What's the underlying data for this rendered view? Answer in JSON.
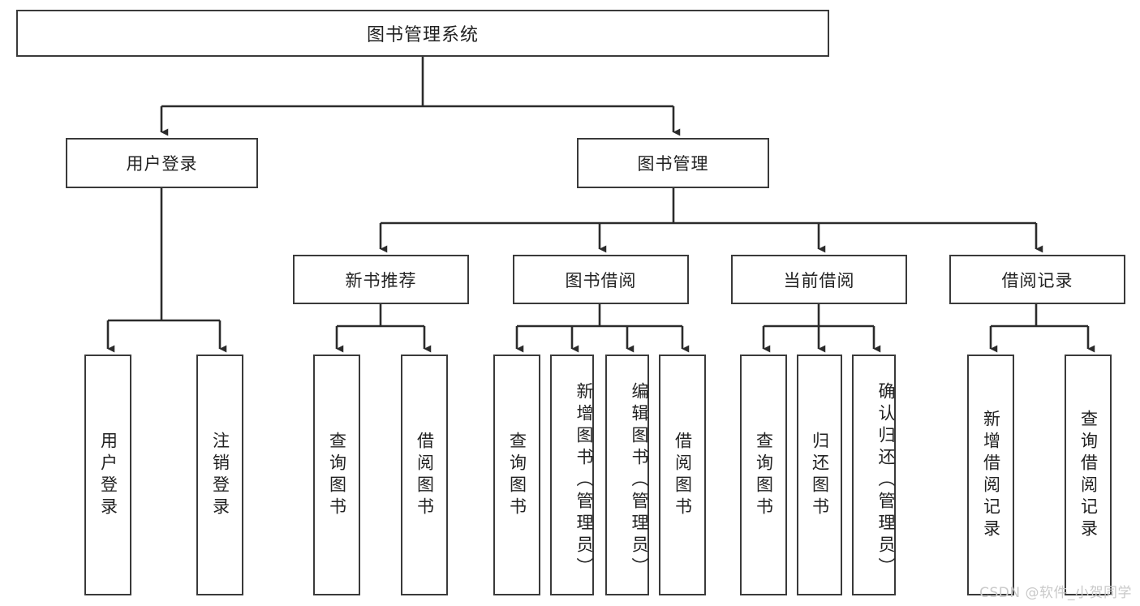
{
  "diagram": {
    "title": "图书管理系统",
    "type": "tree-hierarchy-diagram",
    "root": {
      "label": "图书管理系统"
    },
    "level2": [
      {
        "label": "用户登录"
      },
      {
        "label": "图书管理"
      }
    ],
    "level3": [
      {
        "label": "新书推荐"
      },
      {
        "label": "图书借阅"
      },
      {
        "label": "当前借阅"
      },
      {
        "label": "借阅记录"
      }
    ],
    "leaves": {
      "user_login": [
        {
          "label": "用户登录"
        },
        {
          "label": "注销登录"
        }
      ],
      "new_book_recommend": [
        {
          "label": "查询图书"
        },
        {
          "label": "借阅图书"
        }
      ],
      "book_borrow": [
        {
          "label": "查询图书"
        },
        {
          "label": "新增图书（管理员）"
        },
        {
          "label": "编辑图书（管理员）"
        },
        {
          "label": "借阅图书"
        }
      ],
      "current_borrow": [
        {
          "label": "查询图书"
        },
        {
          "label": "归还图书"
        },
        {
          "label": "确认归还（管理员）"
        }
      ],
      "borrow_records": [
        {
          "label": "新增借阅记录"
        },
        {
          "label": "查询借阅记录"
        }
      ]
    }
  },
  "watermark": {
    "text": "CSDN @软件_小贺同学"
  },
  "colors": {
    "box_border": "#3a3a3a",
    "box_fill": "#ffffff",
    "text": "#222222",
    "connector": "#2b2b2b",
    "watermark": "#c9c9c9",
    "background": "#ffffff"
  }
}
